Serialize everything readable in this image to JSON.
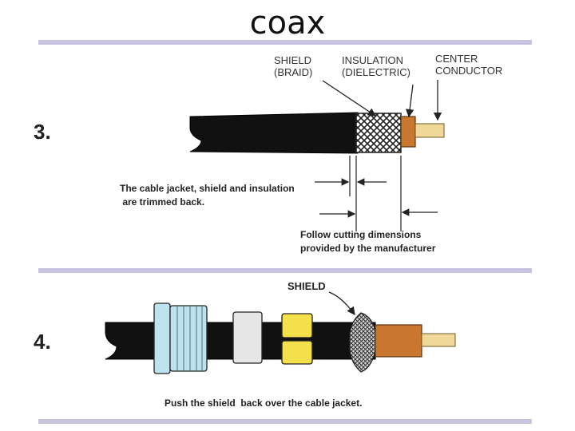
{
  "title": "coax",
  "step3": {
    "number": "3.",
    "labels": {
      "shield": "SHIELD\n(BRAID)",
      "insulation": "INSULATION\n(DIELECTRIC)",
      "center": "CENTER\nCONDUCTOR"
    },
    "caption": "The cable jacket, shield and insulation\n are trimmed back.",
    "dimension_note": "Follow cutting dimensions\nprovided by the manufacturer"
  },
  "step4": {
    "number": "4.",
    "shield_label": "SHIELD",
    "caption": "Push the shield  back over the cable jacket."
  },
  "colors": {
    "jacket": "#111111",
    "dielectric": "#c8772e",
    "conductor": "#f0d898",
    "nut": "#bfe3ee",
    "washer": "#e6e6e6",
    "ferrule": "#f4e04a",
    "rule": "#c8c4e0"
  }
}
